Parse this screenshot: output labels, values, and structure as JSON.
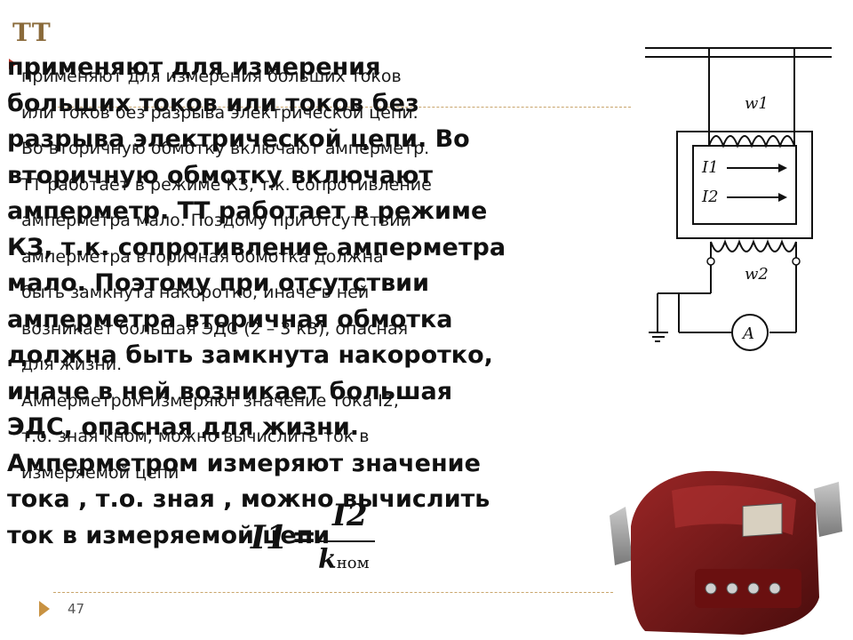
{
  "slide": {
    "title": "ТТ",
    "page_number": "47"
  },
  "background_text": [
    "применяют для измерения больших токов",
    "или токов без разрыва электрической цепи.",
    "Во вторичную обмотку включают амперметр.",
    "ТТ работает в режиме КЗ, т.к. сопротивление",
    "амперметра мало. Поздому при отсутствии",
    "амперметра вторичная обмотка должна",
    "быть замкнута накоротко, иначе в ней",
    "возникает большая ЭДС (2 – 3 кВ), опасная",
    "для жизни.",
    "Амперметром измеряют значение тока I2,",
    "т.о. зная kном, можно вычислить ток в",
    "измеряемой цепи"
  ],
  "foreground_text": [
    "применяют для измерения",
    "больших токов или токов без",
    "разрыва электрической цепи. Во",
    "вторичную обмотку включают",
    "амперметр. ТТ работает в режиме",
    "КЗ, т.к. сопротивление амперметра",
    "мало. Поэтому при отсутствии",
    "амперметра вторичная обмотка",
    "должна быть замкнута накоротко,",
    "иначе в ней возникает большая",
    "ЭДС, опасная для жизни.",
    "Амперметром измеряют значение",
    "тока , т.о. зная , можно вычислить",
    "ток в измеряемой цепи"
  ],
  "formula": {
    "lhs": "I1",
    "equals": "=",
    "numerator": "I2",
    "denominator": "k",
    "denominator_sub": "ном"
  },
  "diagram": {
    "w1": "w1",
    "w2": "w2",
    "i1": "I1",
    "i2": "I2",
    "ammeter": "A"
  },
  "colors": {
    "title": "#8a6a3a",
    "bullet": "#c0392b",
    "dashes": "#c9a56b",
    "device": "#7a1a1a"
  }
}
